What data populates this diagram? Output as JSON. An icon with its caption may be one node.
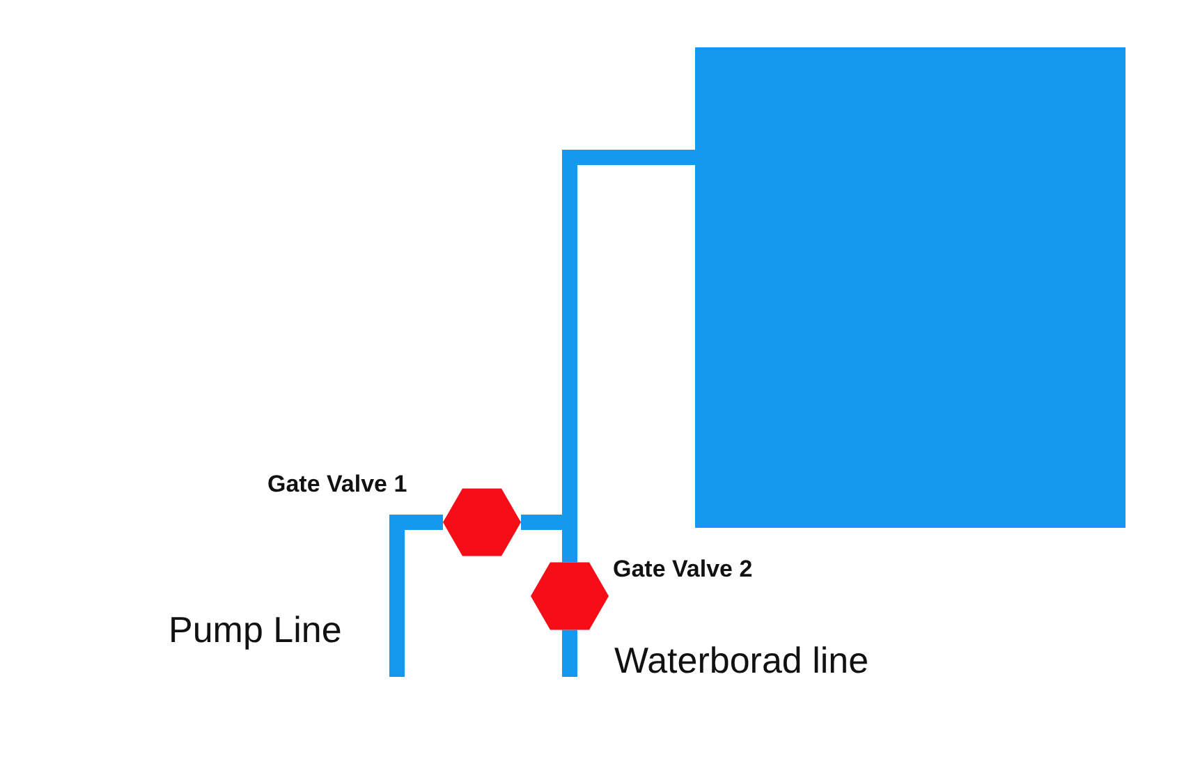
{
  "diagram": {
    "nodes": [
      {
        "text": [],
        "shape": "box"
      },
      {
        "text": [
          "Gate Valve 1"
        ]
      },
      {
        "text": [
          "Gate Valve 2"
        ]
      }
    ],
    "edges": [
      {
        "from": 1,
        "to": 0,
        "arrow": "none"
      },
      {
        "from": 2,
        "to": 0,
        "arrow": "none"
      },
      {
        "from": null,
        "to": 1,
        "arrow": "none"
      },
      {
        "from": null,
        "to": 2,
        "arrow": "none"
      }
    ],
    "labels": [
      "Pump Line",
      "Waterborad line"
    ]
  }
}
